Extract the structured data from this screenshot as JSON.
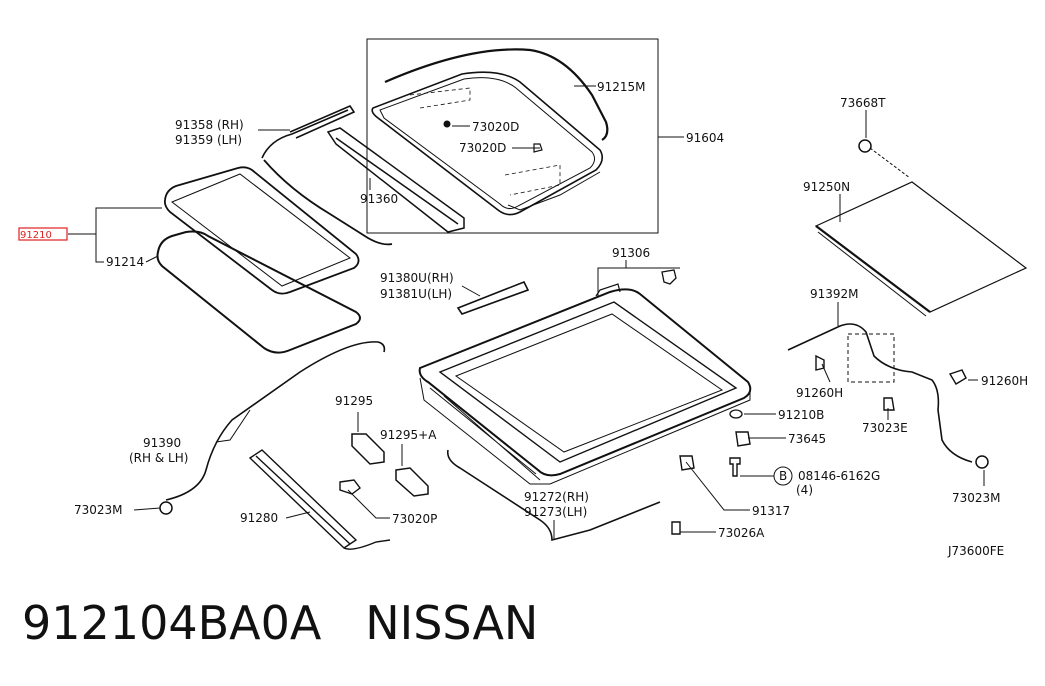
{
  "labels": {
    "p91215M": "91215M",
    "p73020D_a": "73020D",
    "p73020D_b": "73020D",
    "p91604": "91604",
    "p91358": "91358 (RH)",
    "p91359": "91359 (LH)",
    "p91360": "91360",
    "p91210": "91210",
    "p91214": "91214",
    "p73668T": "73668T",
    "p91250N": "91250N",
    "p91306": "91306",
    "p91380U": "91380U(RH)",
    "p91381U": "91381U(LH)",
    "p91392M": "91392M",
    "p91260H_a": "91260H",
    "p91260H_b": "91260H",
    "p91210B": "91210B",
    "p73645": "73645",
    "p73023E": "73023E",
    "p08146": "08146-6162G",
    "p08146_qty": "(4)",
    "p08146_mark": "B",
    "p91295": "91295",
    "p91295A": "91295+A",
    "p91390": "91390",
    "p91390_side": "(RH & LH)",
    "p73023M_a": "73023M",
    "p73023M_b": "73023M",
    "p91272": "91272(RH)",
    "p91273": "91273(LH)",
    "p91280": "91280",
    "p73020P": "73020P",
    "p91317": "91317",
    "p73026A": "73026A",
    "diagram_code": "J73600FE"
  },
  "footer": {
    "part_number": "912104BA0A",
    "brand": "NISSAN"
  },
  "highlight_color": "#e02020"
}
